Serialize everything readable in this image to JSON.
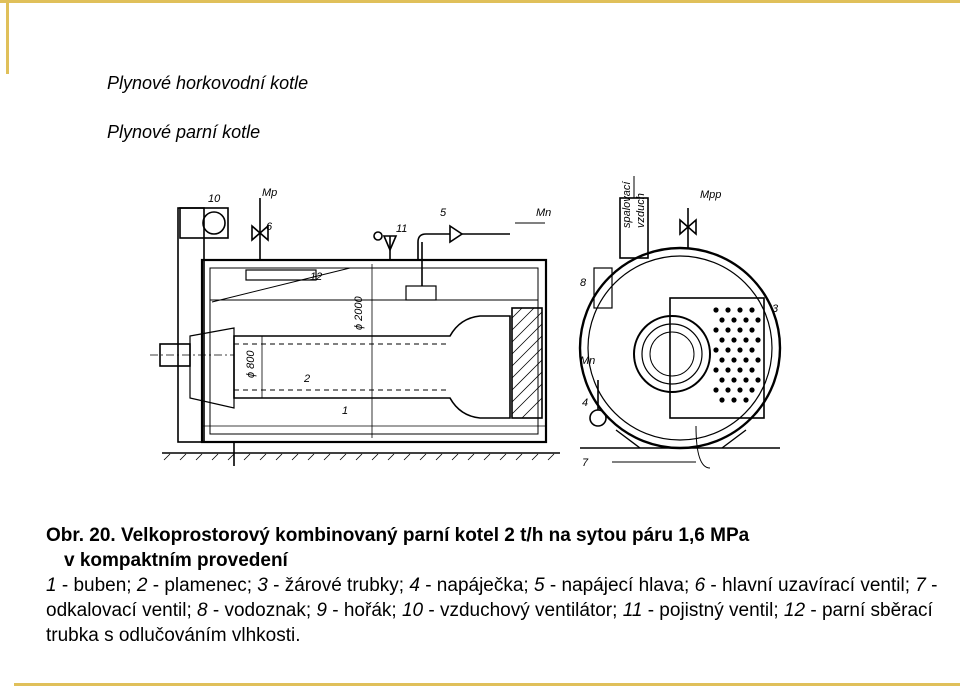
{
  "colors": {
    "accent": "#E0C05A",
    "text": "#000000",
    "background": "#FFFFFF"
  },
  "subtitles": [
    "Plynové horkovodní kotle",
    "Plynové parní kotle"
  ],
  "drawing": {
    "labels": {
      "mp": "Mp",
      "mn": "Mn",
      "mpp": "Mpp",
      "mn2": "Mn",
      "spalovaci": "spalovací",
      "vzduch": "vzduch",
      "d2000": "ϕ 2000",
      "d800": "ϕ 800",
      "n1": "1",
      "n2": "2",
      "n3": "3",
      "n4": "4",
      "n5": "5",
      "n6": "6",
      "n7": "7",
      "n8": "8",
      "n10": "10",
      "n11": "11",
      "n12": "12"
    }
  },
  "caption": {
    "title_line1": "Obr. 20. Velkoprostorový kombinovaný parní kotel 2 t/h na sytou páru 1,6 MPa",
    "title_line2": "v kompaktním provedení",
    "legend": [
      {
        "num": "1",
        "text": " - buben; "
      },
      {
        "num": "2",
        "text": " - plamenec; "
      },
      {
        "num": "3",
        "text": " - žárové trubky; "
      },
      {
        "num": "4",
        "text": " - napáječka; "
      },
      {
        "num": "5",
        "text": " - napájecí hlava; "
      },
      {
        "num": "6",
        "text": " - hlavní uzavírací ventil; "
      },
      {
        "num": "7",
        "text": " - odkalovací ventil; "
      },
      {
        "num": "8",
        "text": " - vodoznak; "
      },
      {
        "num": "9",
        "text": " - hořák; "
      },
      {
        "num": "10",
        "text": " - vzduchový ventilátor; "
      },
      {
        "num": "11",
        "text": " - pojistný ventil; "
      },
      {
        "num": "12",
        "text": " - parní sběrací trubka s odlučováním vlhkosti."
      }
    ]
  }
}
